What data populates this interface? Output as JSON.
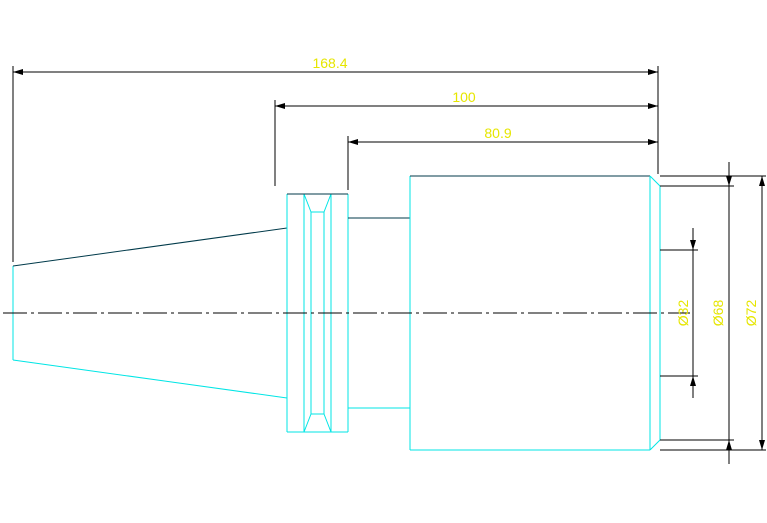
{
  "colors": {
    "background": "#ffffff",
    "dimension": "#000000",
    "dimension_text": "#e6e600",
    "part_outline": "#00e5e5",
    "part_dark_edge": "#003a4a",
    "centerline": "#000000"
  },
  "dimensions": {
    "overall_length": "168.4",
    "flange_to_end": "100",
    "body_length": "80.9",
    "bore_diameter": "Ø32",
    "counterbore_diameter": "Ø68",
    "outer_diameter": "Ø72"
  }
}
